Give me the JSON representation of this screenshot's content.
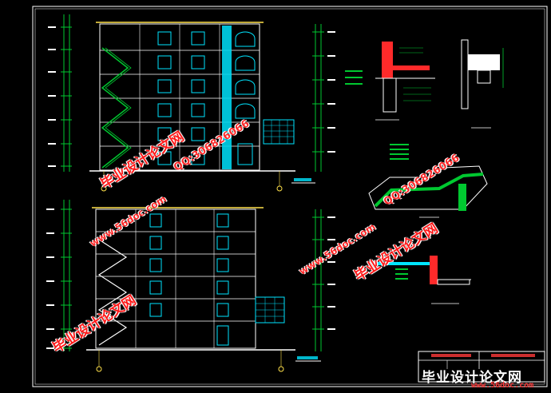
{
  "watermarks": {
    "brand": "毕业设计论文网",
    "qq": "QQ:306826066",
    "url": "www.56doc.com"
  },
  "footer": {
    "brand": "毕业设计论文网",
    "site": "www.56doc.com"
  },
  "colors": {
    "background": "#000000",
    "linework": "#ffffff",
    "accent_cyan": "#00e5ff",
    "accent_green": "#00c830",
    "accent_red": "#ff2a2a",
    "accent_yellow": "#ffe14a"
  }
}
